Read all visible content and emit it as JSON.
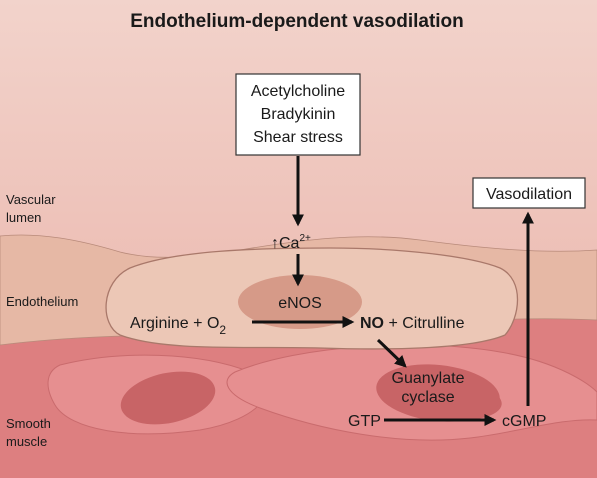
{
  "title": "Endothelium-dependent vasodilation",
  "regions": {
    "lumen_line1": "Vascular",
    "lumen_line2": "lumen",
    "endothelium": "Endothelium",
    "smooth_line1": "Smooth",
    "smooth_line2": "muscle"
  },
  "stimuli": [
    "Acetylcholine",
    "Bradykinin",
    "Shear stress"
  ],
  "calcium": {
    "arrow": "↑",
    "ion": "Ca",
    "charge": "2+"
  },
  "enzyme": "eNOS",
  "reaction": {
    "substrate": "Arginine + O",
    "subscript": "2",
    "product_no": "NO",
    "product_rest": " + Citrulline"
  },
  "guanylate": {
    "line1": "Guanylate",
    "line2": "cyclase"
  },
  "gtp": "GTP",
  "cgmp": "cGMP",
  "outcome": "Vasodilation",
  "colors": {
    "lumen_top": "#f2d3cb",
    "lumen_bottom": "#e9b0a6",
    "endothelium_layer": "#e6b8a5",
    "endothelial_cell": "#ecc7b6",
    "enos": "#d69a88",
    "smooth_muscle": "#dd7f80",
    "smooth_cell": "#e68f90",
    "nucleus": "#c86466"
  }
}
